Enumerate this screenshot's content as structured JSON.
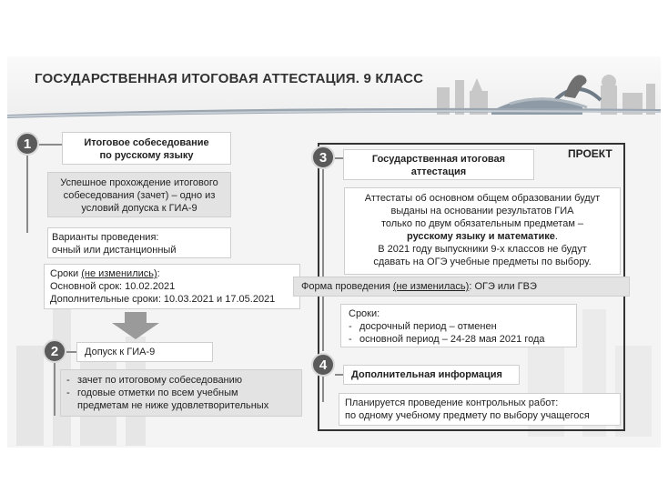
{
  "title": "ГОСУДАРСТВЕННАЯ ИТОГОВАЯ АТТЕСТАЦИЯ. 9 КЛАСС",
  "numbers": [
    "1",
    "2",
    "3",
    "4"
  ],
  "section1": {
    "heading_line1": "Итоговое собеседование",
    "heading_line2": "по русскому языку",
    "success_line1": "Успешное прохождение итогового",
    "success_line2": "собеседования (зачет) – одно из",
    "success_line3": "условий допуска к ГИА-9",
    "variants_line1": "Варианты проведения:",
    "variants_line2": "очный или дистанционный",
    "terms_prefix": "Сроки ",
    "terms_paren": "(не изменились)",
    "terms_suffix": ":",
    "terms_main": "Основной срок: 10.02.2021",
    "terms_extra": "Дополнительные сроки: 10.03.2021 и 17.05.2021"
  },
  "section2": {
    "heading": "Допуск к ГИА-9",
    "item1": "зачет по итоговому собеседованию",
    "item2_line1": "годовые отметки по всем учебным",
    "item2_line2": "предметам не ниже удовлетворительных"
  },
  "section3": {
    "project_label": "ПРОЕКТ",
    "heading_line1": "Государственная итоговая",
    "heading_line2": "аттестация",
    "cert_line1": "Аттестаты об основном общем образовании будут",
    "cert_line2": "выданы на основании результатов ГИА",
    "cert_line3": "только по двум обязательным предметам –",
    "cert_line4": "русскому языку и математике",
    "cert_line4_tail": ".",
    "cert_line5": "В 2021 году выпускники 9-х классов не будут",
    "cert_line6": "сдавать на ОГЭ учебные предметы по выбору.",
    "form_prefix": "Форма проведения ",
    "form_paren": "(не изменилась)",
    "form_suffix": ": ОГЭ или ГВЭ",
    "terms_label": "Сроки:",
    "term1": "досрочный период – отменен",
    "term2": "основной период – 24-28 мая 2021 года"
  },
  "section4": {
    "heading": "Дополнительная информация",
    "info_line1": "Планируется проведение контрольных работ:",
    "info_line2": "по одному учебному предмету по выбору учащегося"
  },
  "bullet": "-",
  "colors": {
    "badge": "#5a5a5a",
    "line": "#8a8a8a",
    "box_gray": "#e3e3e3"
  }
}
